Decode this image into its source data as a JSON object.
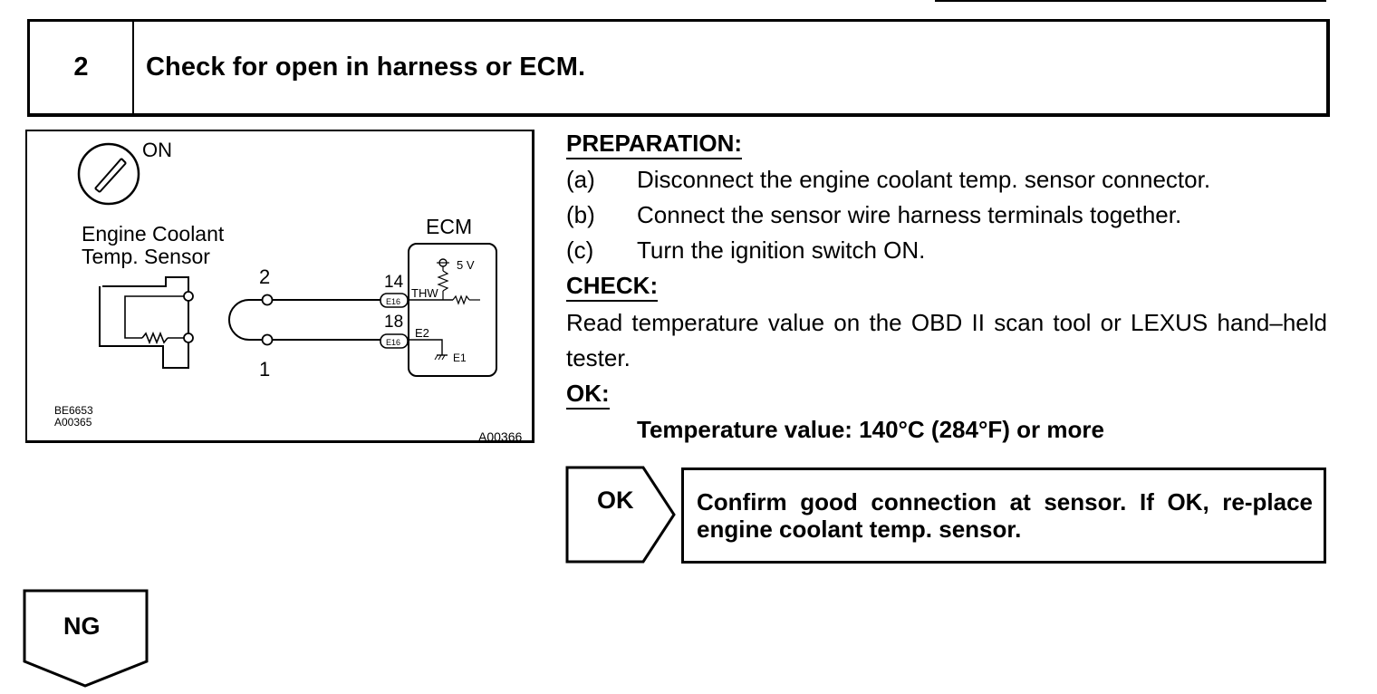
{
  "step": {
    "number": "2",
    "title": "Check for open in harness or ECM."
  },
  "diagram": {
    "switch_label": "ON",
    "sensor_label_line1": "Engine Coolant",
    "sensor_label_line2": "Temp. Sensor",
    "ecm_label": "ECM",
    "voltage_label": "5 V",
    "terminal_top_number": "2",
    "terminal_bottom_number": "1",
    "pin_thw_number": "14",
    "pin_e2_number": "18",
    "connector_code_top": "E16",
    "connector_code_bottom": "E16",
    "thw_label": "THW",
    "e2_label": "E2",
    "e1_label": "E1",
    "ref_codes_line1": "BE6653",
    "ref_codes_line2": "A00365",
    "figure_code": "A00366"
  },
  "preparation": {
    "heading": "PREPARATION:",
    "items": [
      {
        "letter": "(a)",
        "text": "Disconnect the engine coolant temp. sensor connector."
      },
      {
        "letter": "(b)",
        "text": "Connect the sensor wire harness terminals together."
      },
      {
        "letter": "(c)",
        "text": "Turn the ignition switch ON."
      }
    ]
  },
  "check": {
    "heading": "CHECK:",
    "text": "Read temperature value on the OBD II scan tool or LEXUS hand–held tester."
  },
  "ok": {
    "heading": "OK:",
    "value": "Temperature value: 140°C (284°F) or more"
  },
  "flow": {
    "ok_label": "OK",
    "ok_action": "Confirm good connection at sensor. If OK, re-place engine coolant temp. sensor.",
    "ng_label": "NG"
  }
}
